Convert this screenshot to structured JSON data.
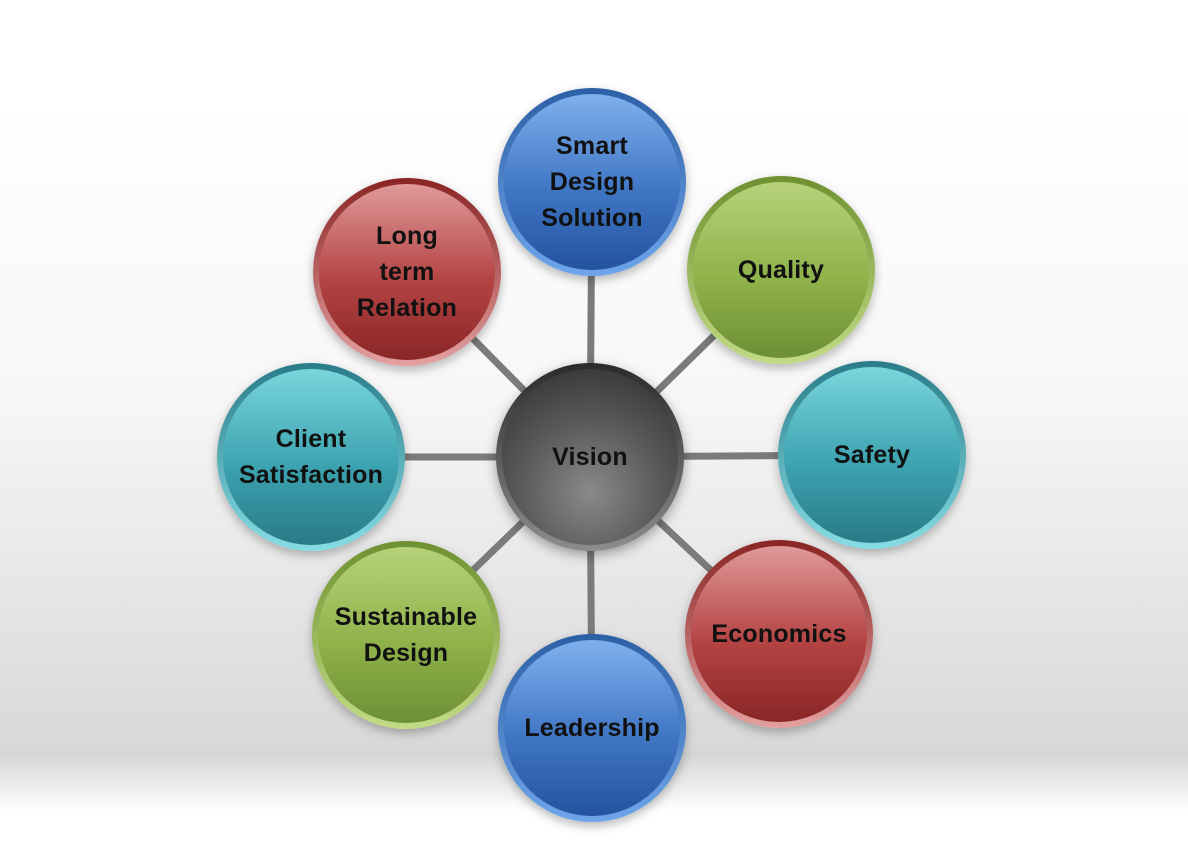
{
  "diagram": {
    "center": {
      "label": "Vision",
      "theme": "dark"
    },
    "nodes": [
      {
        "id": "smart-design-solution",
        "label": "Smart\nDesign\nSolution",
        "theme": "blue"
      },
      {
        "id": "quality",
        "label": "Quality",
        "theme": "green"
      },
      {
        "id": "safety",
        "label": "Safety",
        "theme": "teal"
      },
      {
        "id": "economics",
        "label": "Economics",
        "theme": "red"
      },
      {
        "id": "leadership",
        "label": "Leadership",
        "theme": "blue"
      },
      {
        "id": "sustainable-design",
        "label": "Sustainable\nDesign",
        "theme": "green"
      },
      {
        "id": "client-satisfaction",
        "label": "Client\nSatisfaction",
        "theme": "teal"
      },
      {
        "id": "long-term-relation",
        "label": "Long\nterm\nRelation",
        "theme": "red"
      }
    ]
  }
}
